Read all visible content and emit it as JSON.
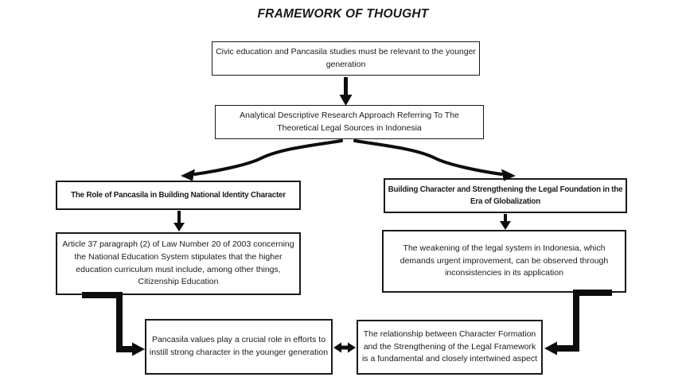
{
  "title": "FRAMEWORK OF THOUGHT",
  "nodes": {
    "civic": {
      "text": "Civic education and Pancasila studies must be relevant to the younger generation"
    },
    "approach": {
      "text": "Analytical Descriptive Research Approach Referring To The Theoretical Legal Sources in Indonesia"
    },
    "role": {
      "text": "The Role of Pancasila in Building National Identity Character"
    },
    "building": {
      "text": "Building Character and Strengthening the Legal Foundation in the Era of Globalization"
    },
    "article": {
      "text": "Article 37 paragraph (2) of Law Number 20 of 2003 concerning the National Education System stipulates that the higher education curriculum must include, among other things, Citizenship Education"
    },
    "weakening": {
      "text": "The weakening of the legal system in Indonesia, which demands urgent improvement, can be observed through inconsistencies in its application"
    },
    "values": {
      "text": "Pancasila values play a crucial role in efforts to instill strong character in the younger generation"
    },
    "relationship": {
      "text": "The relationship between Character Formation and the Strengthening of the Legal Framework is a fundamental and closely intertwined aspect"
    }
  },
  "colors": {
    "background": "#ffffff",
    "line": "#0d0d0d",
    "border": "#1a1a1a",
    "text": "#1a1a1a"
  }
}
